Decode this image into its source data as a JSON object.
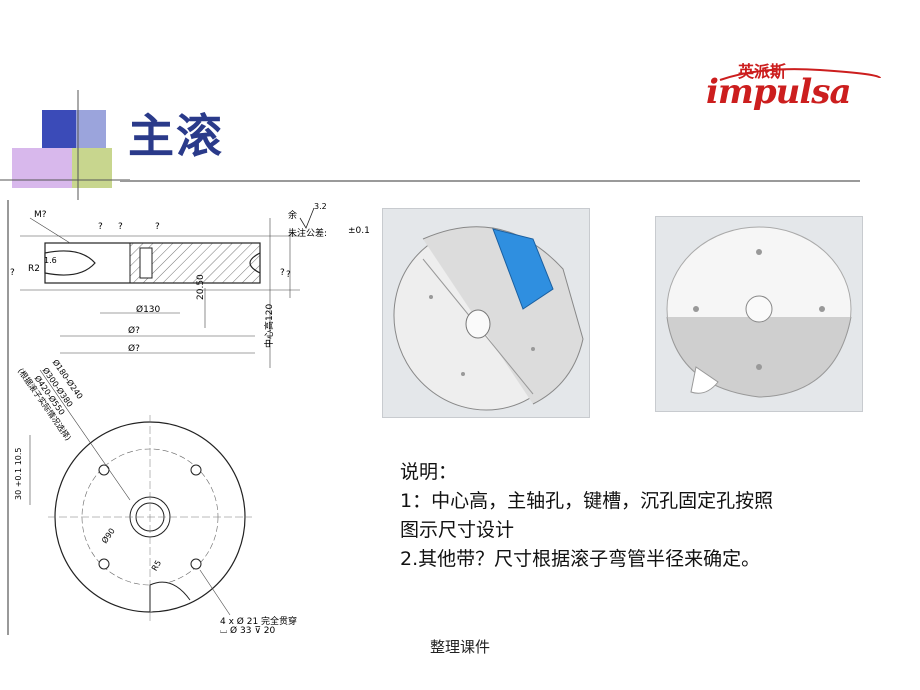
{
  "slide": {
    "title": "主滚",
    "footer": "整理课件"
  },
  "logo": {
    "chinese": "英派斯",
    "english": "impulsa"
  },
  "note": {
    "heading": "说明：",
    "line1": "1：中心高，主轴孔，键槽，沉孔固定孔按照",
    "line2": "图示尺寸设计",
    "line3": "2.其他带？尺寸根据滚子弯管半径来确定。"
  },
  "drawing": {
    "m_label": "M?",
    "q1": "?",
    "q2": "?",
    "q3": "?",
    "q4": "?",
    "surface_prefix": "余",
    "surface_value": "3.2",
    "tolerance_note": "未注公差:",
    "tolerance_value": "±0.1",
    "radius": "R2",
    "r_value": "1.6",
    "side_q": "?",
    "dia_130": "Ø130",
    "dia_q1": "Ø?",
    "dia_q2": "Ø?",
    "dim_2050": "20.50",
    "center_height": "中心高120",
    "side_q2": "?",
    "diag_note1": "(根据滚子实际情况选择)",
    "diag_note2": "Ø180-Ø240",
    "diag_note3": "Ø300-Ø380",
    "diag_note4": "Ø420-Ø550",
    "keyway": "30 +0.1 10.5",
    "dia_90": "Ø90",
    "r5": "R5",
    "hole_note1": "4 x Ø 21 完全贯穿",
    "hole_note2": "⌴ Ø 33 ⊽ 20"
  },
  "colors": {
    "title": "#2a3a8a",
    "logo": "#cc1e1e",
    "deco_blue": "#3b4bb8",
    "deco_purple": "#c9a6e0",
    "deco_green": "#b5c97a",
    "highlight": "#2f8fe0"
  }
}
